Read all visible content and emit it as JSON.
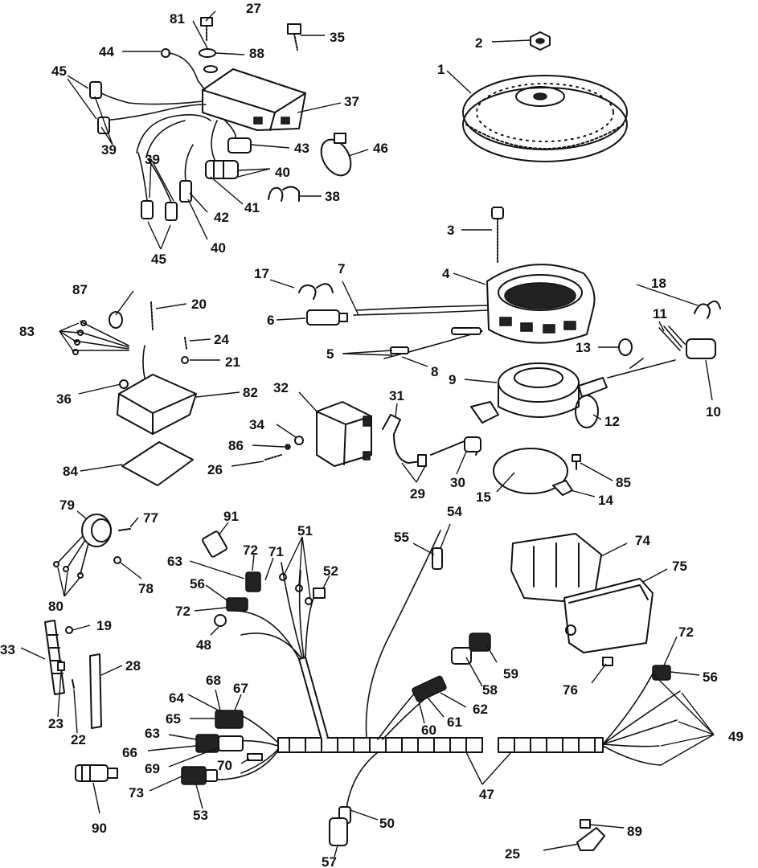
{
  "callouts": {
    "c1": "1",
    "c2": "2",
    "c3": "3",
    "c4": "4",
    "c5": "5",
    "c6": "6",
    "c7": "7",
    "c8": "8",
    "c9": "9",
    "c10": "10",
    "c11": "11",
    "c12": "12",
    "c13": "13",
    "c14": "14",
    "c15": "15",
    "c17": "17",
    "c18": "18",
    "c19": "19",
    "c20": "20",
    "c21": "21",
    "c22": "22",
    "c23": "23",
    "c24": "24",
    "c25": "25",
    "c26": "26",
    "c27": "27",
    "c28": "28",
    "c29": "29",
    "c30": "30",
    "c31": "31",
    "c32": "32",
    "c33": "33",
    "c34": "34",
    "c35": "35",
    "c36": "36",
    "c37": "37",
    "c38": "38",
    "c39": "39",
    "c40": "40",
    "c41": "41",
    "c42": "42",
    "c43": "43",
    "c44": "44",
    "c45": "45",
    "c46": "46",
    "c47": "47",
    "c48": "48",
    "c49": "49",
    "c50": "50",
    "c51": "51",
    "c52": "52",
    "c53": "53",
    "c54": "54",
    "c55": "55",
    "c56": "56",
    "c57": "57",
    "c58": "58",
    "c59": "59",
    "c60": "60",
    "c61": "61",
    "c62": "62",
    "c63": "63",
    "c64": "64",
    "c65": "65",
    "c66": "66",
    "c67": "67",
    "c68": "68",
    "c69": "69",
    "c70": "70",
    "c71": "71",
    "c72": "72",
    "c73": "73",
    "c74": "74",
    "c75": "75",
    "c76": "76",
    "c77": "77",
    "c78": "78",
    "c79": "79",
    "c80": "80",
    "c81": "81",
    "c82": "82",
    "c83": "83",
    "c84": "84",
    "c85": "85",
    "c86": "86",
    "c87": "87",
    "c88": "88",
    "c89": "89",
    "c90": "90",
    "c91": "91"
  }
}
